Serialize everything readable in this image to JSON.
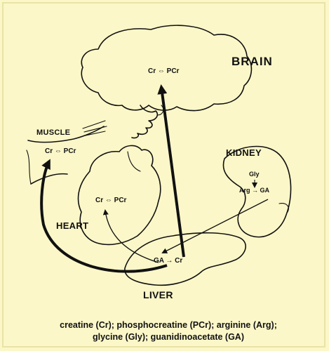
{
  "organs": {
    "brain": "BRAIN",
    "muscle": "MUSCLE",
    "heart": "HEART",
    "kidney": "KIDNEY",
    "liver": "LIVER"
  },
  "reactions": {
    "brain": "Cr ⇔ PCr",
    "muscle": "Cr ⇔ PCr",
    "heart": "Cr ⇔ PCr",
    "kidney_top": "Gly",
    "kidney_bottom": "Arg → GA",
    "liver": "GA → Cr"
  },
  "caption": {
    "line1": "creatine (Cr); phosphocreatine (PCr); arginine (Arg);",
    "line2": "glycine (Gly); guanidinoacetate (GA)"
  }
}
